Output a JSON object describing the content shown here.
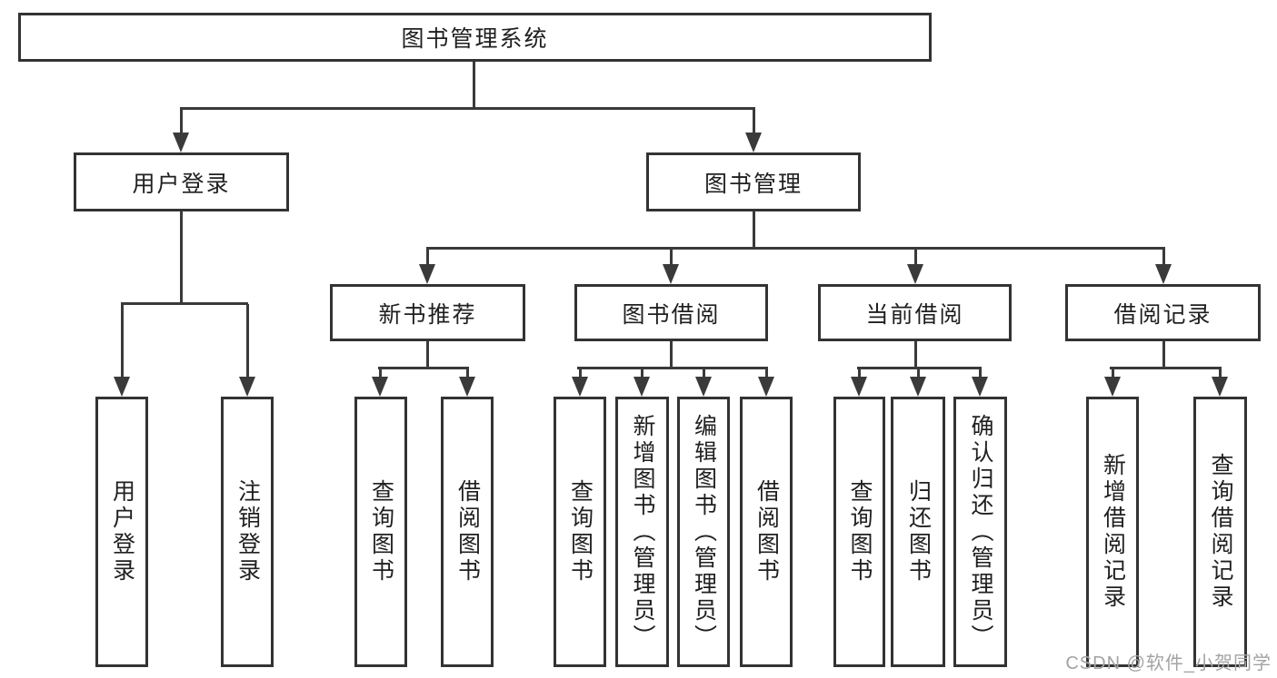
{
  "colors": {
    "line": "#3a3a3a",
    "box_border": "#333333",
    "text": "#1f1f1f",
    "watermark": "#a3a3a3",
    "background": "#ffffff"
  },
  "watermark": {
    "text": "CSDN @软件_小贺同学"
  },
  "tree": {
    "root": {
      "label": "图书管理系统",
      "children": [
        {
          "label": "用户登录",
          "children": [
            {
              "label": "用户登录"
            },
            {
              "label": "注销登录"
            }
          ]
        },
        {
          "label": "图书管理",
          "children": [
            {
              "label": "新书推荐",
              "children": [
                {
                  "label": "查询图书"
                },
                {
                  "label": "借阅图书"
                }
              ]
            },
            {
              "label": "图书借阅",
              "children": [
                {
                  "label": "查询图书"
                },
                {
                  "label": "新增图书（管理员）"
                },
                {
                  "label": "编辑图书（管理员）"
                },
                {
                  "label": "借阅图书"
                }
              ]
            },
            {
              "label": "当前借阅",
              "children": [
                {
                  "label": "查询图书"
                },
                {
                  "label": "归还图书"
                },
                {
                  "label": "确认归还（管理员）"
                }
              ]
            },
            {
              "label": "借阅记录",
              "children": [
                {
                  "label": "新增借阅记录"
                },
                {
                  "label": "查询借阅记录"
                }
              ]
            }
          ]
        }
      ]
    }
  }
}
